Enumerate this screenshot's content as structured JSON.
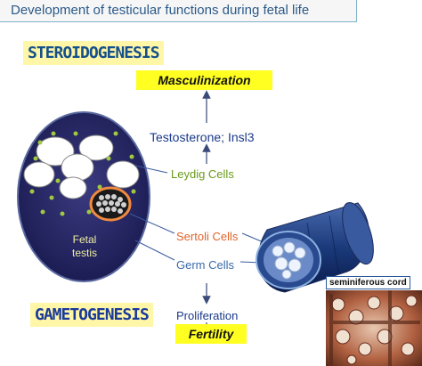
{
  "header": {
    "title": "Development of testicular functions during fetal life"
  },
  "labels": {
    "steroidogenesis": "STEROIDOGENESIS",
    "gametogenesis": "GAMETOGENESIS",
    "masculinization": "Masculinization",
    "fertility": "Fertility",
    "testosterone": "Testosterone; Insl3",
    "leydig": "Leydig Cells",
    "sertoli": "Sertoli Cells",
    "germ": "Germ Cells",
    "proliferation": "Proliferation",
    "fetal_testis_line1": "Fetal",
    "fetal_testis_line2": "testis",
    "seminiferous_cord": "seminiferous cord"
  },
  "colors": {
    "title": "#2a5a8a",
    "highlight_yellow": "#ffff22",
    "section_bg": "#fff6a8",
    "leydig": "#6a9a1a",
    "sertoli": "#e0642a",
    "germ": "#3a6aaa",
    "testis_fill": "#2a2a6a"
  }
}
